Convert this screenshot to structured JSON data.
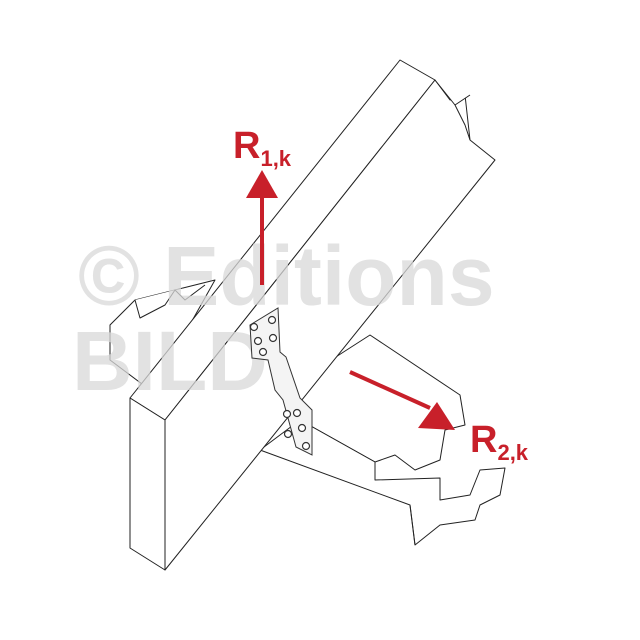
{
  "watermark": {
    "line1": "© Editions",
    "line2": "BILD"
  },
  "labels": {
    "r1": {
      "main": "R",
      "sub": "1,k"
    },
    "r2": {
      "main": "R",
      "sub": "2,k"
    }
  },
  "colors": {
    "force": "#c8202a",
    "watermark": "#d9d9d9",
    "line": "#222222"
  }
}
